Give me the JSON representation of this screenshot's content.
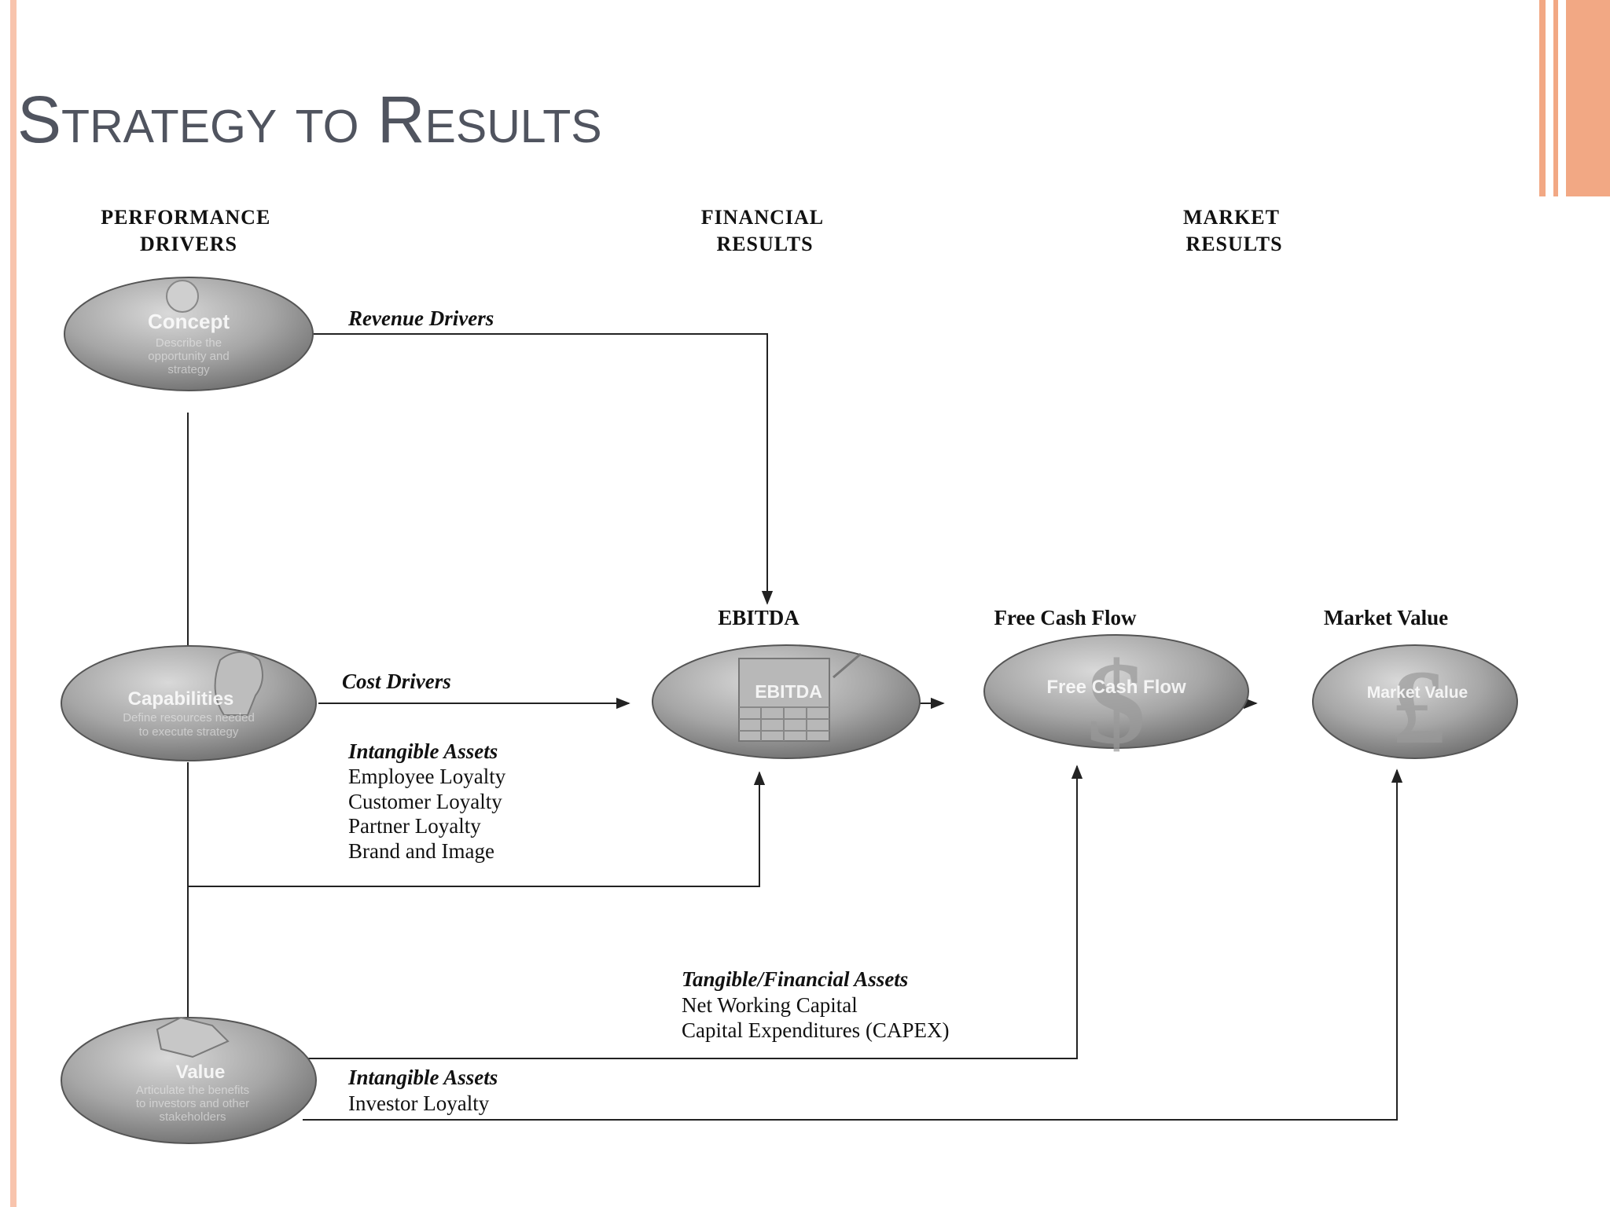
{
  "slide": {
    "title": "Strategy to Results"
  },
  "columns": {
    "performance_drivers": [
      "PERFORMANCE",
      "DRIVERS"
    ],
    "financial_results": [
      "FINANCIAL",
      "RESULTS"
    ],
    "market_results": [
      "MARKET",
      "RESULTS"
    ]
  },
  "drivers": {
    "concept": {
      "name": "Concept",
      "description": [
        "Describe the",
        "opportunity and",
        "strategy"
      ]
    },
    "capabilities": {
      "name": "Capabilities",
      "description": [
        "Define resources needed",
        "to execute strategy"
      ]
    },
    "value": {
      "name": "Value",
      "description": [
        "Articulate the benefits",
        "to investors and other",
        "stakeholders"
      ]
    }
  },
  "results": {
    "ebitda": {
      "label": "EBITDA",
      "icon_text": "EBITDA"
    },
    "free_cash_flow": {
      "label": "Free Cash Flow",
      "icon_text": "Free Cash Flow"
    },
    "market_value": {
      "label": "Market Value",
      "icon_text": "Market Value"
    }
  },
  "flows": {
    "revenue_drivers": {
      "heading": "Revenue Drivers"
    },
    "cost_drivers": {
      "heading": "Cost Drivers"
    },
    "intangible_assets_1": {
      "heading": "Intangible Assets",
      "items": [
        "Employee Loyalty",
        "Customer Loyalty",
        "Partner Loyalty",
        "Brand and Image"
      ]
    },
    "tangible_financial_assets": {
      "heading": "Tangible/Financial Assets",
      "items": [
        "Net Working Capital",
        "Capital Expenditures (CAPEX)"
      ]
    },
    "intangible_assets_2": {
      "heading": "Intangible Assets",
      "items": [
        "Investor Loyalty"
      ]
    }
  },
  "colors": {
    "accent_border": "#f8c4ad",
    "accent_stripes": "#f2a884",
    "title_text": "#50545f",
    "line": "#222222"
  },
  "icons": {
    "concept": "lightbulb-icon",
    "capabilities": "head-gears-icon",
    "value": "handshake-icon",
    "ebitda": "calculator-icon",
    "free_cash_flow": "dollar-sign-icon",
    "market_value": "pound-sign-icon"
  }
}
